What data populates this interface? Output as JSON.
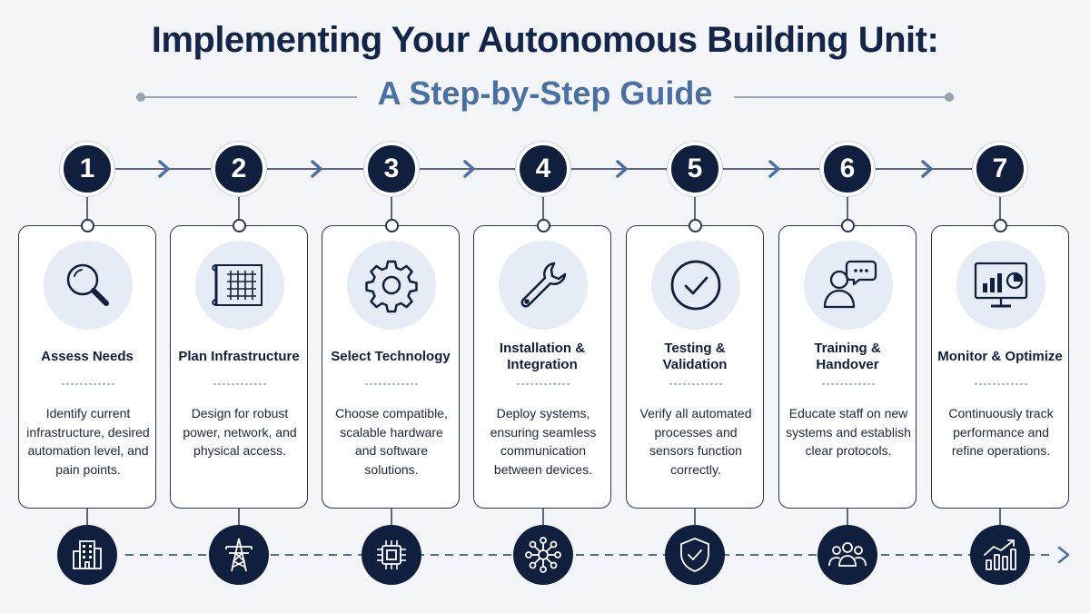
{
  "header": {
    "title": "Implementing Your Autonomous Building Unit:",
    "subtitle": "A Step-by-Step Guide"
  },
  "colors": {
    "navy": "#0f1f3d",
    "accent": "#4a6fa5",
    "bubble": "#e5ecf6"
  },
  "steps": [
    {
      "number": "1",
      "title": "Assess Needs",
      "description": "Identify current infrastructure, desired automation level, and pain points.",
      "icon": "magnifier-icon",
      "bottom_icon": "building-icon"
    },
    {
      "number": "2",
      "title": "Plan Infrastructure",
      "description": "Design for robust power, network, and physical access.",
      "icon": "blueprint-icon",
      "bottom_icon": "power-tower-icon"
    },
    {
      "number": "3",
      "title": "Select Technology",
      "description": "Choose compatible, scalable hardware and software solutions.",
      "icon": "gear-icon",
      "bottom_icon": "chip-icon"
    },
    {
      "number": "4",
      "title": "Installation & Integration",
      "description": "Deploy systems, ensuring seamless communication between devices.",
      "icon": "wrench-icon",
      "bottom_icon": "network-hub-icon"
    },
    {
      "number": "5",
      "title": "Testing & Validation",
      "description": "Verify all automated processes and sensors function correctly.",
      "icon": "check-circle-icon",
      "bottom_icon": "shield-check-icon"
    },
    {
      "number": "6",
      "title": "Training & Handover",
      "description": "Educate staff on new systems and establish clear protocols.",
      "icon": "person-speech-icon",
      "bottom_icon": "team-icon"
    },
    {
      "number": "7",
      "title": "Monitor & Optimize",
      "description": "Continuously track performance and refine operations.",
      "icon": "dashboard-monitor-icon",
      "bottom_icon": "growth-chart-icon"
    }
  ]
}
